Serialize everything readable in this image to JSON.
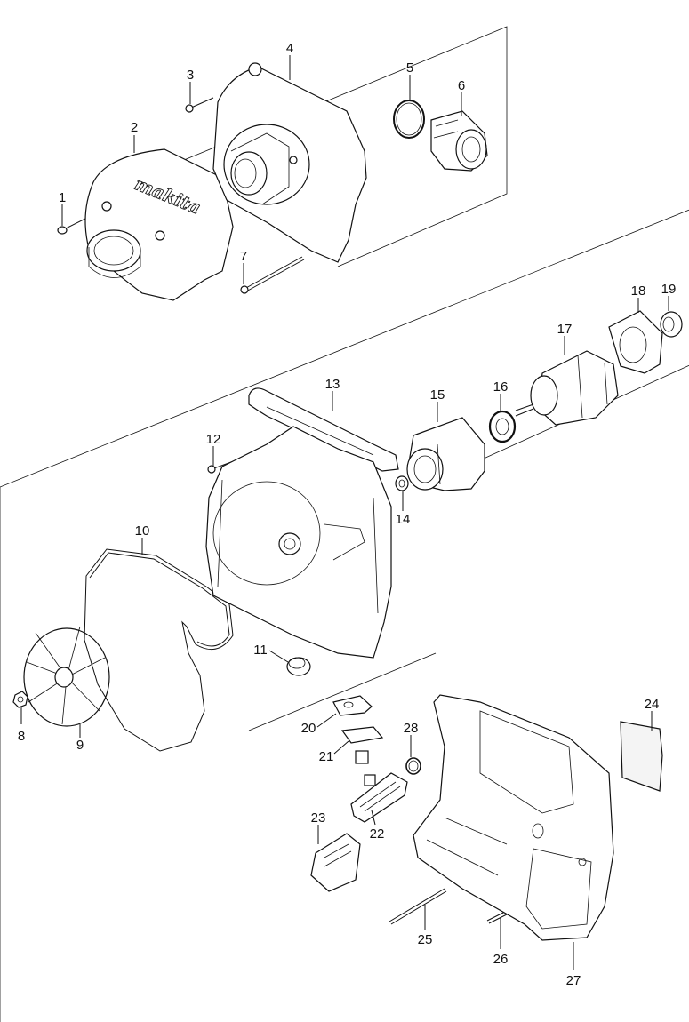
{
  "brand_logo_text": "makita",
  "callouts": [
    {
      "id": "1",
      "label": "1"
    },
    {
      "id": "2",
      "label": "2"
    },
    {
      "id": "3",
      "label": "3"
    },
    {
      "id": "4",
      "label": "4"
    },
    {
      "id": "5",
      "label": "5"
    },
    {
      "id": "6",
      "label": "6"
    },
    {
      "id": "7",
      "label": "7"
    },
    {
      "id": "8",
      "label": "8"
    },
    {
      "id": "9",
      "label": "9"
    },
    {
      "id": "10",
      "label": "10"
    },
    {
      "id": "11",
      "label": "11"
    },
    {
      "id": "12",
      "label": "12"
    },
    {
      "id": "13",
      "label": "13"
    },
    {
      "id": "14",
      "label": "14"
    },
    {
      "id": "15",
      "label": "15"
    },
    {
      "id": "16",
      "label": "16"
    },
    {
      "id": "17",
      "label": "17"
    },
    {
      "id": "18",
      "label": "18"
    },
    {
      "id": "19",
      "label": "19"
    },
    {
      "id": "20",
      "label": "20"
    },
    {
      "id": "21",
      "label": "21"
    },
    {
      "id": "22",
      "label": "22"
    },
    {
      "id": "23",
      "label": "23"
    },
    {
      "id": "24",
      "label": "24"
    },
    {
      "id": "25",
      "label": "25"
    },
    {
      "id": "26",
      "label": "26"
    },
    {
      "id": "27",
      "label": "27"
    },
    {
      "id": "28",
      "label": "28"
    }
  ]
}
